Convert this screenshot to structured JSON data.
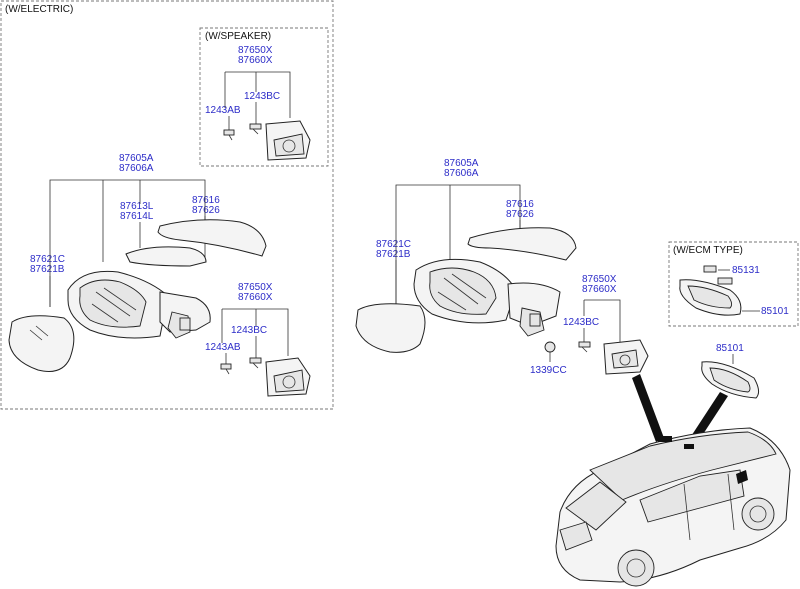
{
  "groups": {
    "electric": "(W/ELECTRIC)",
    "speaker": "(W/SPEAKER)",
    "ecm": "(W/ECM TYPE)"
  },
  "labels": {
    "speaker_87650x": "87650X",
    "speaker_87660x": "87660X",
    "speaker_1243bc": "1243BC",
    "speaker_1243ab": "1243AB",
    "left_87605a": "87605A",
    "left_87606a": "87606A",
    "left_87616": "87616",
    "left_87626": "87626",
    "left_87613l": "87613L",
    "left_87614l": "87614L",
    "left_87621c": "87621C",
    "left_87621b": "87621B",
    "left_87650x": "87650X",
    "left_87660x": "87660X",
    "left_1243bc": "1243BC",
    "left_1243ab": "1243AB",
    "right_87605a": "87605A",
    "right_87606a": "87606A",
    "right_87616": "87616",
    "right_87626": "87626",
    "right_87621c": "87621C",
    "right_87621b": "87621B",
    "right_87650x": "87650X",
    "right_87660x": "87660X",
    "right_1243bc": "1243BC",
    "right_1339cc": "1339CC",
    "ecm_85131": "85131",
    "ecm_85101": "85101",
    "room_85101": "85101"
  }
}
